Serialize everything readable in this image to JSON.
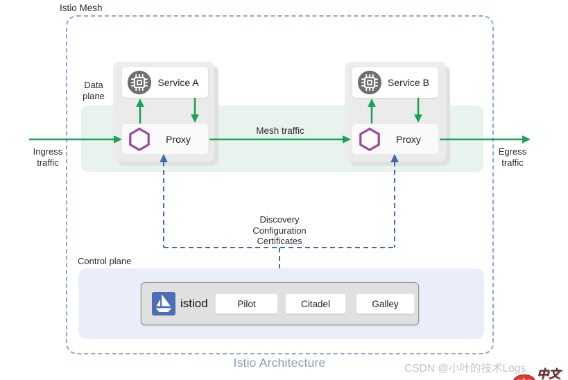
{
  "diagram": {
    "caption": "Istio Architecture",
    "mesh_label": "Istio Mesh",
    "data_plane_label": "Data plane",
    "control_plane_label": "Control plane",
    "ingress_label": "Ingress traffic",
    "egress_label": "Egress traffic",
    "mesh_traffic_label": "Mesh traffic",
    "service_a_label": "Service A",
    "service_b_label": "Service B",
    "proxy_label": "Proxy",
    "control_link_lines": [
      "Discovery",
      "Configuration",
      "Certificates"
    ],
    "istiod": {
      "label": "istiod",
      "components": [
        {
          "label": "Pilot"
        },
        {
          "label": "Citadel"
        },
        {
          "label": "Galley"
        }
      ]
    },
    "icons": {
      "service": "microchip-icon",
      "proxy": "hexagon-icon",
      "istiod": "istio-sailboat-logo"
    },
    "colors": {
      "traffic_arrow_green": "#16a456",
      "data_plane_band": "#e9f3ed",
      "mesh_border_dash": "#8ea6d1",
      "control_link_blue": "#3f68ae",
      "proxy_hexagon_purple": "#9d4a9c",
      "service_icon_gray": "#6f6f6f",
      "pod_gray": "#ececeb",
      "control_plane_bg": "#e9eef9",
      "istiod_box_bg": "#e0e0de",
      "istio_logo_blue": "#4a6fb4",
      "caption_blue_gray": "#8a9cb5"
    }
  },
  "watermark": {
    "csdn": "CSDN @小叶的技术Logs",
    "php_badge": "php",
    "php_site": "中文网"
  }
}
